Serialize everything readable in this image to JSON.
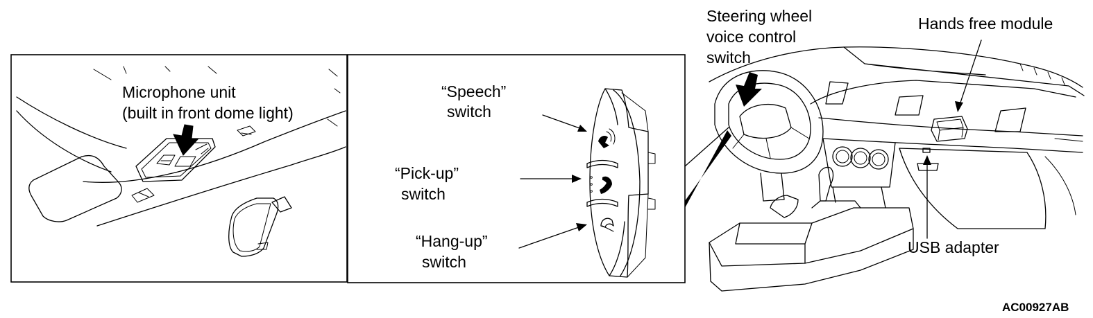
{
  "labels": {
    "microphone_line1": "Microphone unit",
    "microphone_line2": "(built in front dome light)",
    "speech_line1": "“Speech”",
    "speech_line2": "switch",
    "pickup_line1": "“Pick-up”",
    "pickup_line2": "switch",
    "hangup_line1": "“Hang-up”",
    "hangup_line2": "switch",
    "steering_line1": "Steering wheel",
    "steering_line2": "voice control",
    "steering_line3": "switch",
    "hands_free": "Hands free module",
    "usb": "USB adapter",
    "figure_code": "AC00927AB"
  },
  "icons": [
    "voice-recognition-icon",
    "phone-pickup-icon",
    "phone-hangup-icon"
  ]
}
